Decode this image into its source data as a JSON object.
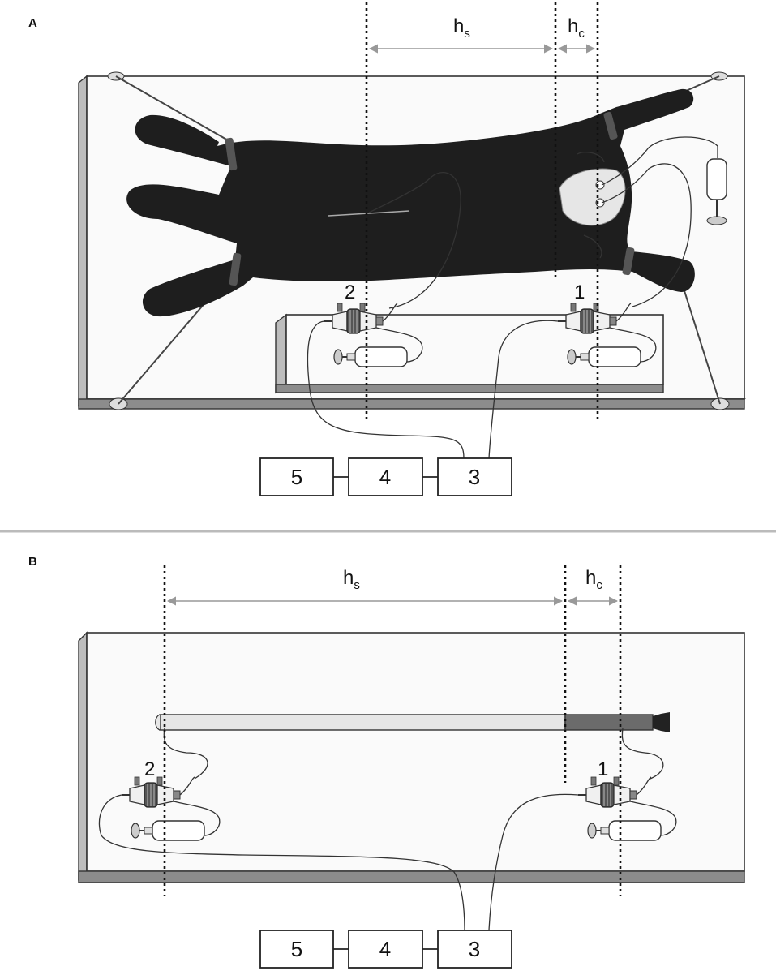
{
  "panels": [
    {
      "letter": "A",
      "sensor_labels": [
        "2",
        "1"
      ],
      "distance_labels": {
        "h_s": {
          "symbol": "h",
          "subscript": "s"
        },
        "h_c": {
          "symbol": "h",
          "subscript": "c"
        }
      },
      "boxes": [
        "5",
        "4",
        "3"
      ]
    },
    {
      "letter": "B",
      "sensor_labels": [
        "2",
        "1"
      ],
      "distance_labels": {
        "h_s": {
          "symbol": "h",
          "subscript": "s"
        },
        "h_c": {
          "symbol": "h",
          "subscript": "c"
        }
      },
      "boxes": [
        "5",
        "4",
        "3"
      ]
    }
  ],
  "colors": {
    "silhouette": "#1e1e1e",
    "board": "#fafafa",
    "board_edge": "#8c8c8c",
    "dimension": "#999999",
    "separator": "#bbbbbb"
  }
}
